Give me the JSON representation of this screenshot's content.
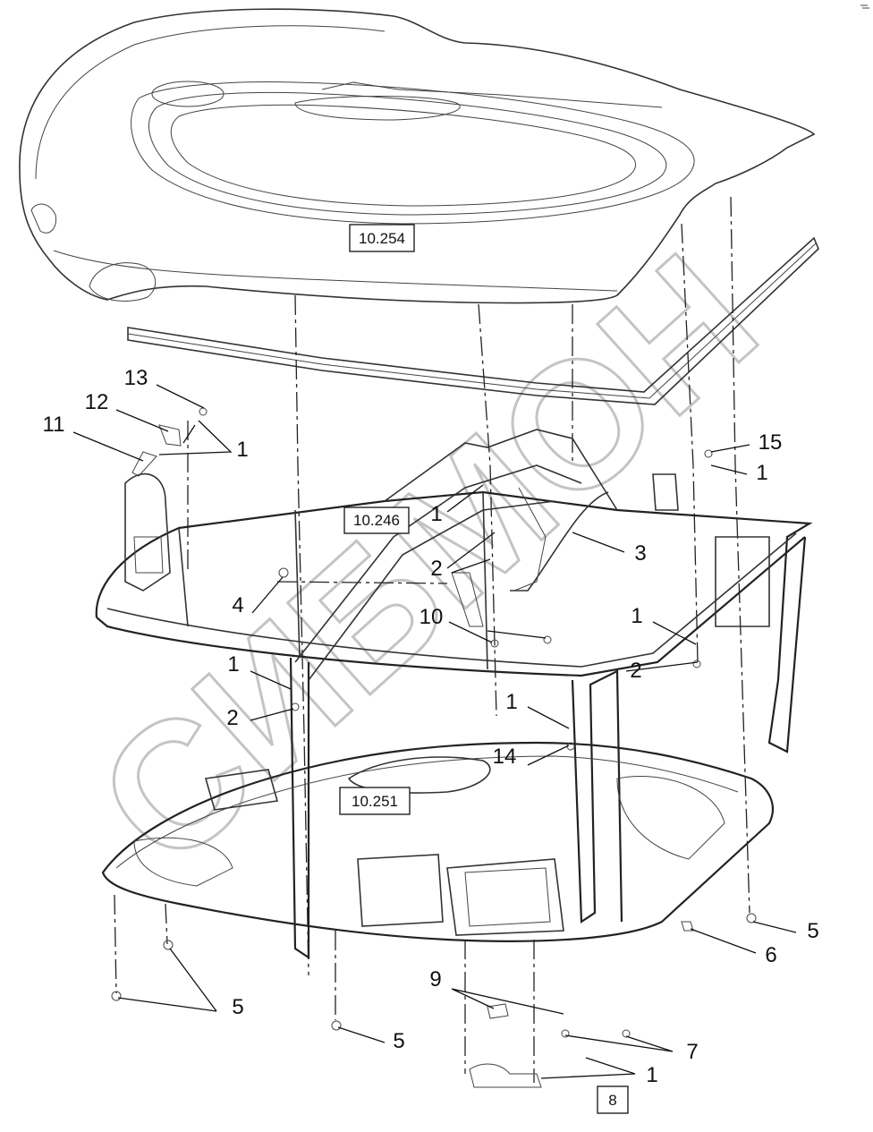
{
  "references": [
    {
      "id": "ref-10-254",
      "text": "10.254"
    },
    {
      "id": "ref-10-246",
      "text": "10.246"
    },
    {
      "id": "ref-10-251",
      "text": "10.251"
    },
    {
      "id": "ref-8",
      "text": "8"
    }
  ],
  "callouts": [
    {
      "id": "c13",
      "text": "13"
    },
    {
      "id": "c12",
      "text": "12"
    },
    {
      "id": "c11",
      "text": "11"
    },
    {
      "id": "c1a",
      "text": "1"
    },
    {
      "id": "c15",
      "text": "15"
    },
    {
      "id": "c1b",
      "text": "1"
    },
    {
      "id": "c1c",
      "text": "1"
    },
    {
      "id": "c3",
      "text": "3"
    },
    {
      "id": "c2a",
      "text": "2"
    },
    {
      "id": "c4",
      "text": "4"
    },
    {
      "id": "c10",
      "text": "10"
    },
    {
      "id": "c1d",
      "text": "1"
    },
    {
      "id": "c2b",
      "text": "2"
    },
    {
      "id": "c1e",
      "text": "1"
    },
    {
      "id": "c2c",
      "text": "2"
    },
    {
      "id": "c1f",
      "text": "1"
    },
    {
      "id": "c14",
      "text": "14"
    },
    {
      "id": "c5a",
      "text": "5"
    },
    {
      "id": "c6",
      "text": "6"
    },
    {
      "id": "c5b",
      "text": "5"
    },
    {
      "id": "c5c",
      "text": "5"
    },
    {
      "id": "c9",
      "text": "9"
    },
    {
      "id": "c7",
      "text": "7"
    },
    {
      "id": "c1g",
      "text": "1"
    }
  ],
  "watermark": {
    "text": "СИБМОН"
  }
}
